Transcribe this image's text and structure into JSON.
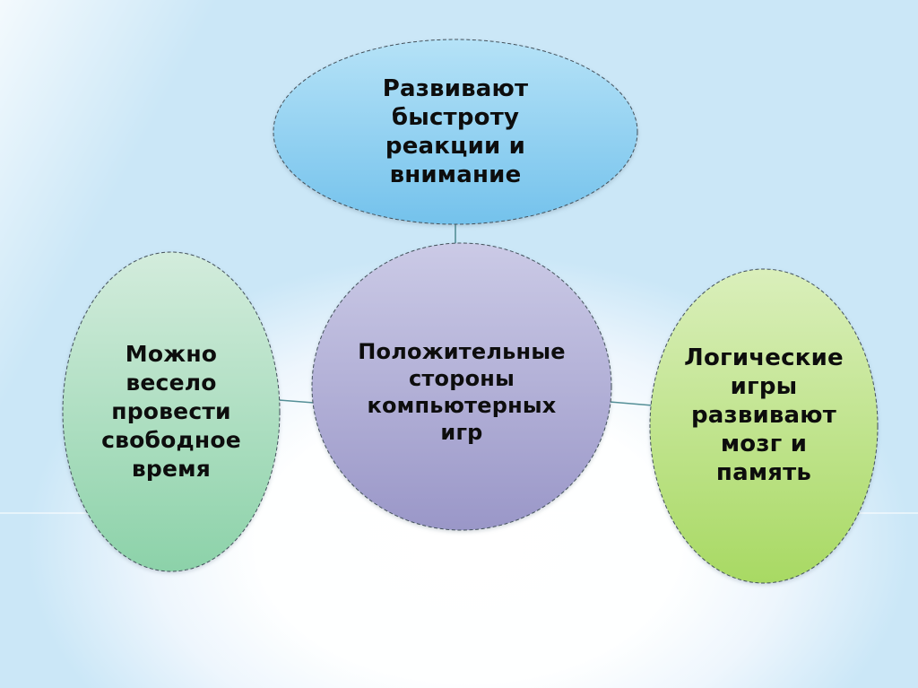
{
  "diagram": {
    "title": "Положительные стороны компьютерных игр",
    "background": {
      "base_color": "#cbe7f7",
      "glow_color": "#ffffff",
      "divider_line_color": "rgba(255,255,255,0.85)"
    },
    "outline_color": "#44525c",
    "connector_color": "#548f97",
    "text_color": "#0d0d0d",
    "nodes": {
      "center": {
        "label": "Положительные\nстороны\nкомпьютерных\nигр",
        "fill_top": "#cbcae6",
        "fill_bottom": "#9a97c8"
      },
      "top": {
        "label": "Развивают\nбыстроту\nреакции и\nвнимание",
        "fill_top": "#b5e2f7",
        "fill_bottom": "#74c2ec"
      },
      "left": {
        "label": "Можно\nвесело\nпровести\nсвободное\nвремя",
        "fill_top": "#d3ecdc",
        "fill_bottom": "#8cd2a9"
      },
      "right": {
        "label": "Логические\nигры\nразвивают\nмозг и\nпамять",
        "fill_top": "#daefbb",
        "fill_bottom": "#a8d963"
      }
    },
    "connections": [
      {
        "from": "top",
        "to": "center"
      },
      {
        "from": "left",
        "to": "center"
      },
      {
        "from": "center",
        "to": "right"
      }
    ]
  }
}
